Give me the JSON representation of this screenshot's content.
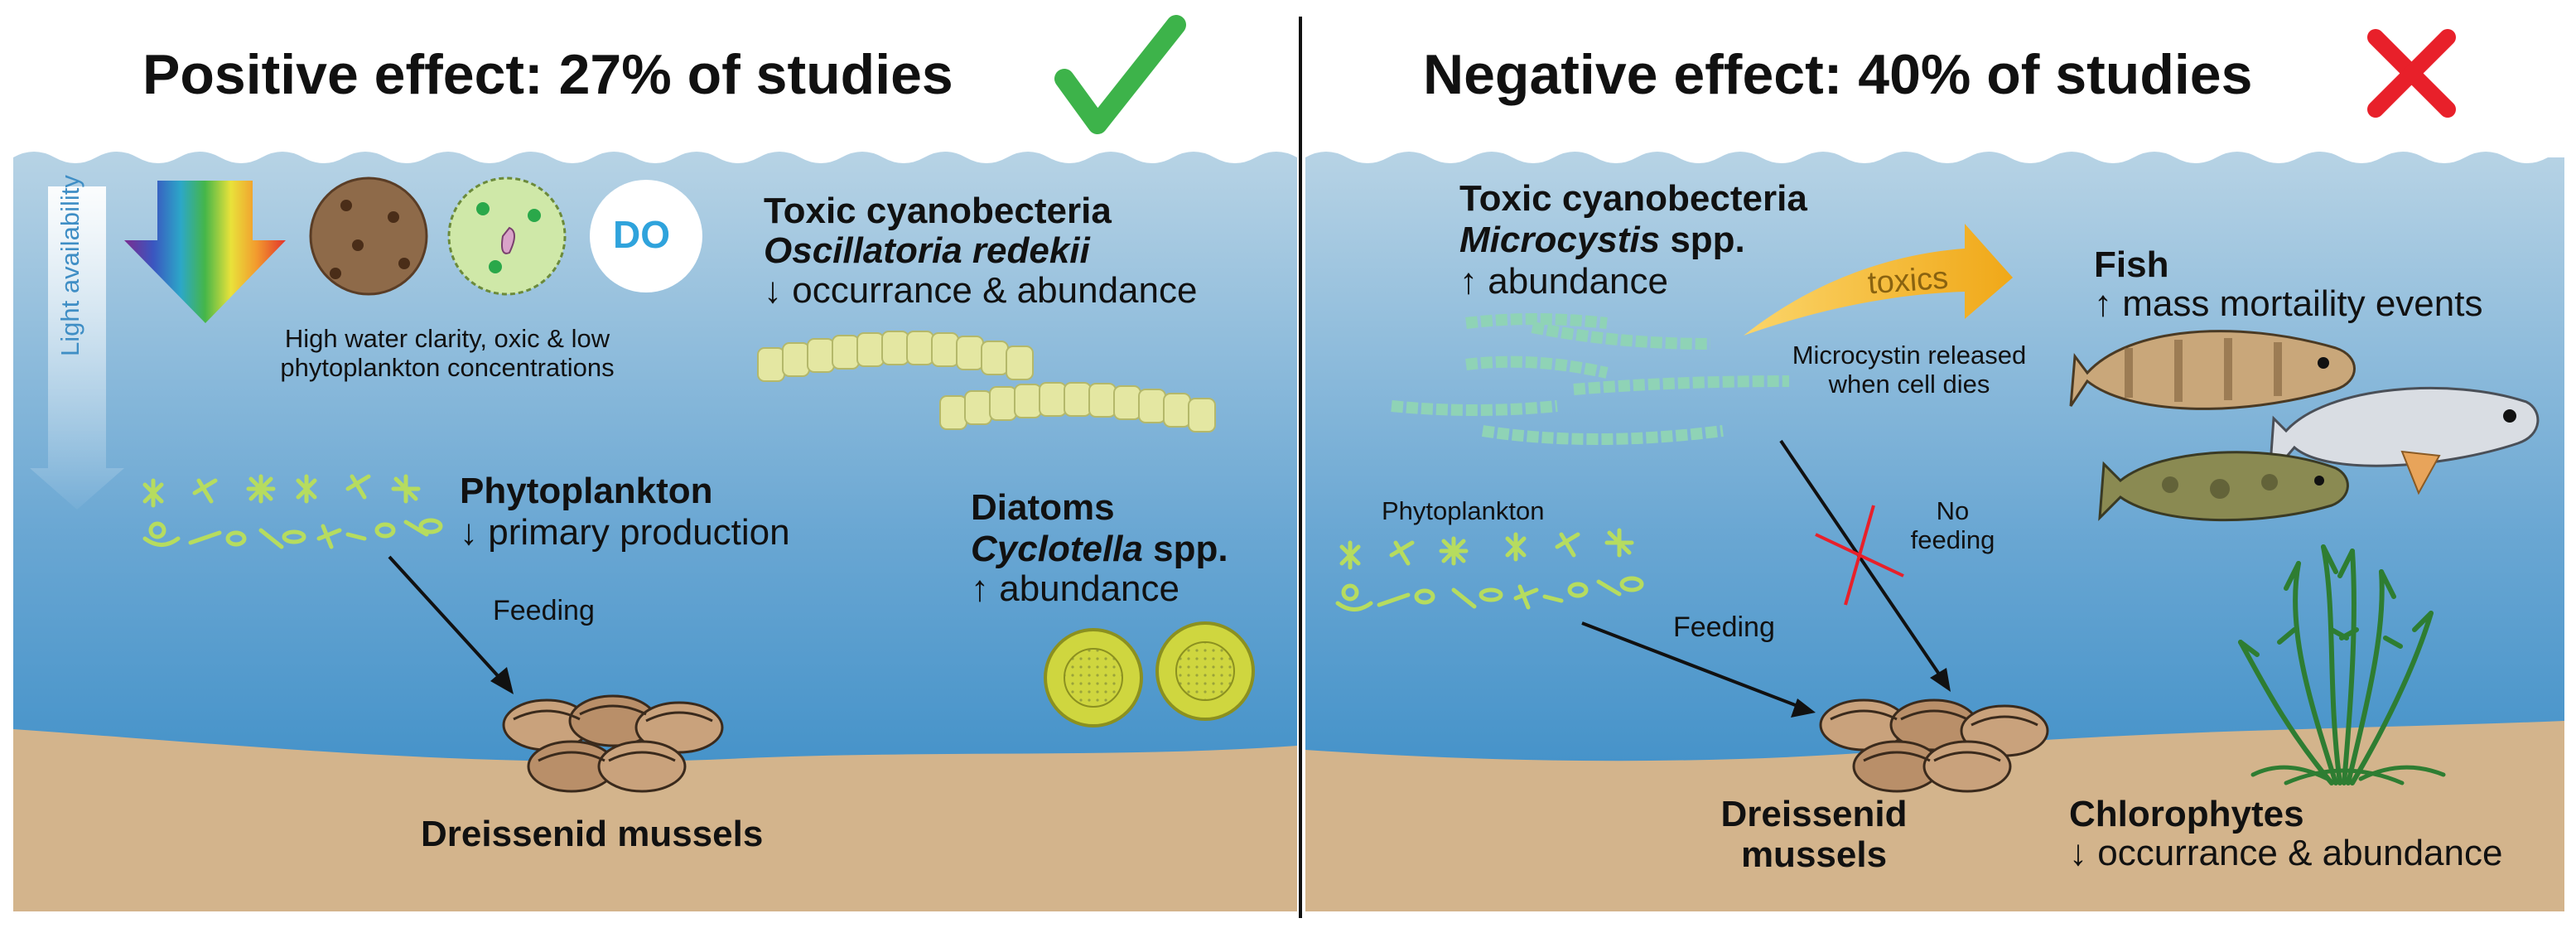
{
  "left_panel": {
    "title": "Positive effect: 27% of studies",
    "check_icon": "check-mark-icon",
    "light_label": "Light availability",
    "do_label": "DO",
    "clarity_line1": "High water clarity, oxic & low",
    "clarity_line2": "phytoplankton concentrations",
    "cyano_heading": "Toxic cyanobecteria",
    "cyano_species": "Oscillatoria redekii",
    "cyano_effect": "↓ occurrance & abundance",
    "phyto_heading": "Phytoplankton",
    "phyto_effect": "↓ primary production",
    "feeding_label": "Feeding",
    "diatoms_heading": "Diatoms",
    "diatoms_genus": "Cyclotella",
    "diatoms_spp": " spp.",
    "diatoms_effect": "↑ abundance",
    "mussels_label": "Dreissenid mussels"
  },
  "right_panel": {
    "title": "Negative effect: 40% of studies",
    "cross_icon": "red-x-icon",
    "cyano_heading": "Toxic cyanobecteria",
    "cyano_genus": "Microcystis",
    "cyano_spp": " spp.",
    "cyano_effect": "↑ abundance",
    "toxics_label": "toxics",
    "microcystin_line1": "Microcystin released",
    "microcystin_line2": "when cell dies",
    "fish_heading": "Fish",
    "fish_effect": "↑ mass mortaility events",
    "phyto_label": "Phytoplankton",
    "no_feeding_line1": "No",
    "no_feeding_line2": "feeding",
    "feeding_label": "Feeding",
    "mussels_line1": "Dreissenid",
    "mussels_line2": "mussels",
    "chloro_heading": "Chlorophytes",
    "chloro_effect": "↓ occurrance & abundance"
  },
  "colors": {
    "water_top": "#a9c9de",
    "water_bottom": "#3a8cc6",
    "sediment": "#d2b48c",
    "check_green": "#3db34a",
    "cross_red": "#e8202a",
    "cyano_left": "#e6e8a3",
    "cyano_right": "#8fd3b6",
    "phyto_green": "#b6dc5f",
    "toxics_arrow": "#f3b41f",
    "chlorophyte": "#2e7d32"
  }
}
